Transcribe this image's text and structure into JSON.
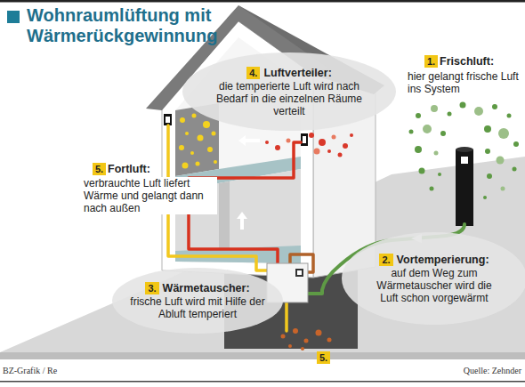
{
  "diagram": {
    "title": "Wohnraumlüftung mit Wärmerückgewinnung",
    "nodes": [
      {
        "text": [
          "Luftverteiler:",
          "die temperierte Luft wird nach Bedarf in die einzelnen Räume verteilt"
        ]
      },
      {
        "text": [
          "4."
        ],
        "in": 0
      },
      {
        "text": [
          "1."
        ]
      },
      {
        "text": [
          "5."
        ]
      },
      {
        "text": [
          "Vortemperierung:",
          "auf dem Weg zum Wärmetauscher wird die Luft schon vorgewärmt"
        ]
      },
      {
        "text": [
          "2."
        ],
        "in": 4
      },
      {
        "text": [
          "Wärmetauscher:",
          "frische Luft wird mit Hilfe der Abluft temperiert"
        ]
      },
      {
        "text": [
          "3."
        ],
        "in": 6
      },
      {
        "text": [
          "5."
        ]
      }
    ],
    "labels": [
      "Frischluft:",
      "hier gelangt frische Luft ins System",
      "Fortluft:",
      "verbrauchte Luft liefert Wärme und gelangt dann nach außen",
      "BZ-Grafik / Re",
      "Quelle: Zehnder"
    ]
  }
}
